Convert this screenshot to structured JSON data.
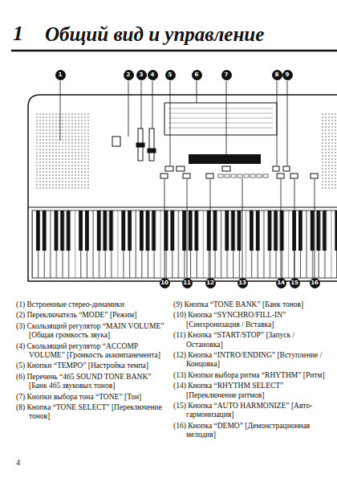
{
  "diagram": {
    "title": "Общий вид и управление",
    "labels": [
      "1",
      "1",
      "2",
      "3",
      "4",
      "5",
      "6",
      "7",
      "8",
      "9",
      "10",
      "11",
      "12",
      "13",
      "14",
      "15",
      "16",
      "(1) Встроенные стерео-динамики",
      "(2) Переключатель “MODE” [Режим]",
      "(3) Скользящий регулятор “MAIN VOLUME” [Общая громкость звука]",
      "(4) Скользящий регулятор “ACCOMP VOLUME” [Громкость аккомпанемента]",
      "(5) Кнопки “TEMPO” [Настройка темпа]",
      "(6) Перечень “465 SOUND TONE BANK” [Банк 465 звуковых тонов]",
      "(7) Кнопки выбора тона “TONE” [Тон]",
      "(8) Кнопка “TONE SELECT” [Переключение тонов]",
      "(9) Кнопка “TONE BANK” [Банк тонов]",
      "(10) Кнопка “SYNCHRO/FILL-IN” [Синхронизация / Вставка]",
      "(11) Кнопка “START/STOP” [Запуск / Остановка]",
      "(12) Кнопка “INTRO/ENDING” [Вступление / Концовка]",
      "(13) Кнопки выбора ритма “RHYTHM” [Ритм]",
      "(14) Кнопка “RHYTHM SELECT” [Переключение ритмов]",
      "(15) Кнопка “AUTO HARMONIZE” [Авто-гармонизация]",
      "(16) Кнопка “DEMO” [Демонстрационная мелодия]",
      "4"
    ]
  }
}
